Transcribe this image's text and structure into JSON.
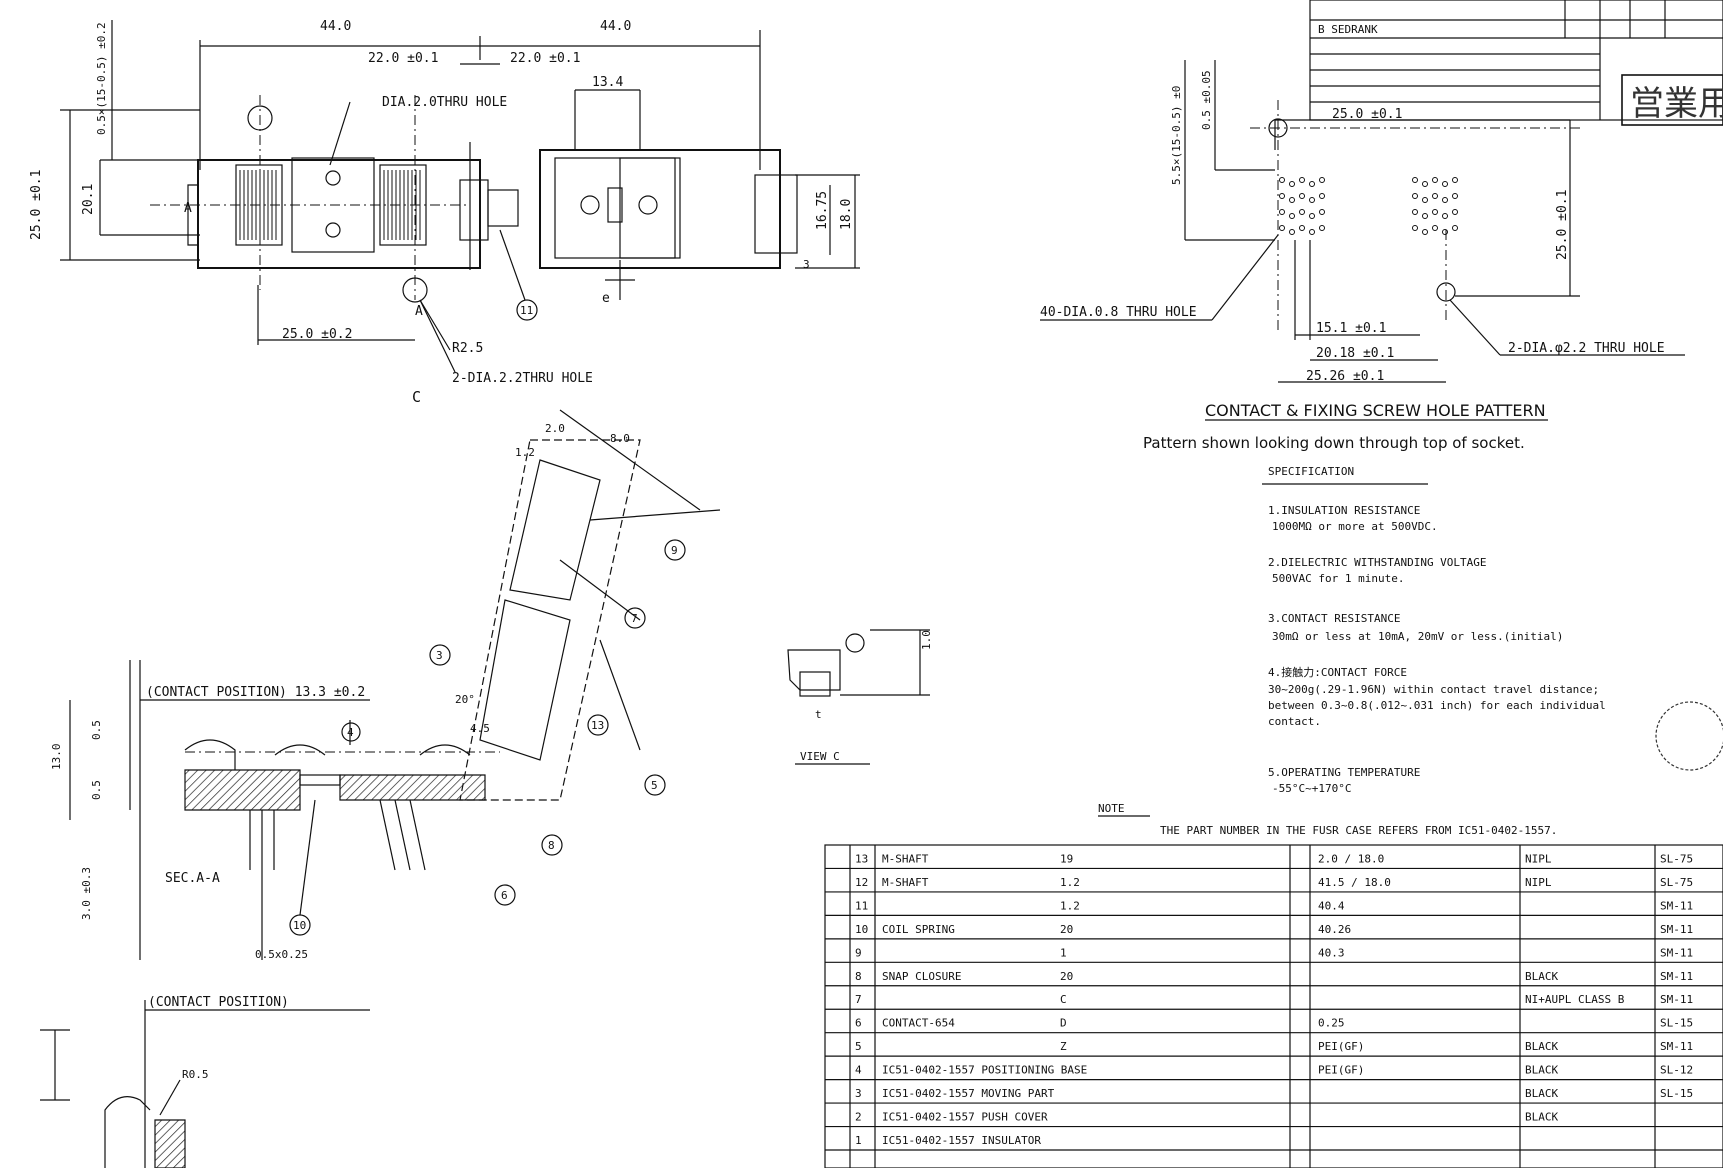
{
  "top_view": {
    "dim_overall_width": "44.0",
    "dim_half_left": "22.0 ±0.1",
    "dim_half_right": "22.0 ±0.1",
    "dim_hole_dia": "DIA.2.0THRU HOLE",
    "dim_base": "25.0 ±0.2",
    "dim_radius": "R2.5",
    "dim_2dia": "2-DIA.2.2THRU HOLE",
    "dim_height_left": "25.0 ±0.1",
    "dim_height_mid": "20.1",
    "dim_left_pitch": "0.5×(15-0.5) ±0.2",
    "label_a": "A",
    "label_c": "C",
    "balloon_11": "11"
  },
  "side_view": {
    "dim_width": "44.0",
    "dim_right": "13.4",
    "dim_height": "18.0",
    "dim_inner": "16.75",
    "dim_3": "3",
    "label_e": "e"
  },
  "hole_pattern": {
    "dim_top": "25.0 ±0.1",
    "dim_v1": "0.5 ±0.05",
    "dim_v2": "5.5×(15-0.5) ±0",
    "dim_right": "25.0 ±0.1",
    "dim_15": "15.1 ±0.1",
    "dim_20": "20.18 ±0.1",
    "dim_25": "25.26 ±0.1",
    "label_40": "40-DIA.0.8 THRU HOLE",
    "label_2dia": "2-DIA.φ2.2 THRU HOLE",
    "title": "CONTACT & FIXING SCREW HOLE PATTERN",
    "subtitle": "Pattern shown looking down through top of socket."
  },
  "section_aa": {
    "contact_position": "(CONTACT POSITION) 13.3 ±0.2",
    "dim_v1": "0.5",
    "dim_v2": "0.5",
    "dim_v3": "13.0",
    "dim_v4": "3.0 ±0.3",
    "dim_pin": "0.5x0.25",
    "angle": "20°",
    "label": "SEC.A-A",
    "balloon_4": "4",
    "balloon_10": "10"
  },
  "exploded": {
    "dim_a": "2.0",
    "dim_b": "8.0",
    "dim_c": "1.2",
    "dim_d": "4.5",
    "balloon_3": "3",
    "balloon_5": "5",
    "balloon_6": "6",
    "balloon_7": "7",
    "balloon_8": "8",
    "balloon_9": "9",
    "balloon_13": "13"
  },
  "detail_view": {
    "label": "VIEW C",
    "dim": "1.0",
    "label_t": "t"
  },
  "bottom_detail": {
    "label": "(CONTACT POSITION)",
    "dim_r": "R0.5"
  },
  "specification": {
    "heading": "SPECIFICATION",
    "items": [
      {
        "title": "1.INSULATION RESISTANCE",
        "detail": "1000MΩ or more at 500VDC."
      },
      {
        "title": "2.DIELECTRIC WITHSTANDING VOLTAGE",
        "detail": "500VAC for 1 minute."
      },
      {
        "title": "3.CONTACT RESISTANCE",
        "detail": "30mΩ or less at 10mA, 20mV or less.(initial)"
      },
      {
        "title": "4.接触力:CONTACT FORCE",
        "detail": "30~200g(.29-1.96N) within contact travel distance; between 0.3~0.8(.012~.031 inch) for each individual contact."
      },
      {
        "title": "5.OPERATING TEMPERATURE",
        "detail": "-55°C~+170°C"
      }
    ]
  },
  "note": {
    "heading": "NOTE",
    "text": "THE PART NUMBER IN THE FUSR CASE REFERS FROM IC51-0402-1557."
  },
  "revision_block": {
    "rows": [
      "B SEDRANK",
      "",
      "",
      "",
      ""
    ],
    "stamp": "営業用"
  },
  "bom": {
    "rows": [
      {
        "no": "13",
        "name": "M-SHAFT",
        "qty": "19",
        "mat": "",
        "fin": ""
      },
      {
        "no": "12",
        "name": "M-SHAFT",
        "qty": "1.2",
        "mat": "",
        "fin": ""
      },
      {
        "no": "11",
        "name": "",
        "qty": "1.2",
        "mat": "",
        "fin": ""
      },
      {
        "no": "10",
        "name": "COIL SPRING",
        "qty": "20",
        "mat": "",
        "fin": ""
      },
      {
        "no": "9",
        "name": "",
        "qty": "1",
        "mat": "",
        "fin": ""
      },
      {
        "no": "8",
        "name": "SNAP CLOSURE",
        "qty": "20",
        "mat": "",
        "fin": ""
      },
      {
        "no": "7",
        "name": "",
        "qty": "C",
        "mat": "",
        "fin": ""
      },
      {
        "no": "6",
        "name": "CONTACT-654",
        "qty": "D",
        "mat": "",
        "fin": ""
      },
      {
        "no": "5",
        "name": "",
        "qty": "Z",
        "mat": "",
        "fin": ""
      },
      {
        "no": "4",
        "name": "IC51-0402-1557 POSITIONING BASE",
        "qty": "",
        "mat": "",
        "fin": ""
      },
      {
        "no": "3",
        "name": "IC51-0402-1557 MOVING PART",
        "qty": "",
        "mat": "",
        "fin": ""
      },
      {
        "no": "2",
        "name": "IC51-0402-1557 PUSH COVER",
        "qty": "",
        "mat": "",
        "fin": ""
      },
      {
        "no": "1",
        "name": "IC51-0402-1557 INSULATOR",
        "qty": "",
        "mat": "",
        "fin": ""
      }
    ],
    "materials": [
      {
        "code": "2.0 / 18.0",
        "spec": "NIPL"
      },
      {
        "code": "41.5 / 18.0",
        "spec": "NIPL"
      },
      {
        "code": "40.4",
        "spec": ""
      },
      {
        "code": "40.26",
        "spec": ""
      },
      {
        "code": "40.3",
        "spec": ""
      },
      {
        "code": "",
        "spec": "BLACK"
      },
      {
        "code": "",
        "spec": "NI+AUPL CLASS B"
      },
      {
        "code": "0.25",
        "spec": ""
      },
      {
        "code": "PEI(GF)",
        "spec": "BLACK"
      },
      {
        "code": "PEI(GF)",
        "spec": "BLACK"
      },
      {
        "code": "",
        "spec": "BLACK"
      },
      {
        "code": "",
        "spec": "BLACK"
      }
    ],
    "right_codes": [
      "SL-75",
      "SL-75",
      "SM-11",
      "SM-11",
      "SM-11",
      "SM-11",
      "SM-11",
      "SL-15",
      "SM-11",
      "SL-12",
      "SL-15"
    ]
  }
}
